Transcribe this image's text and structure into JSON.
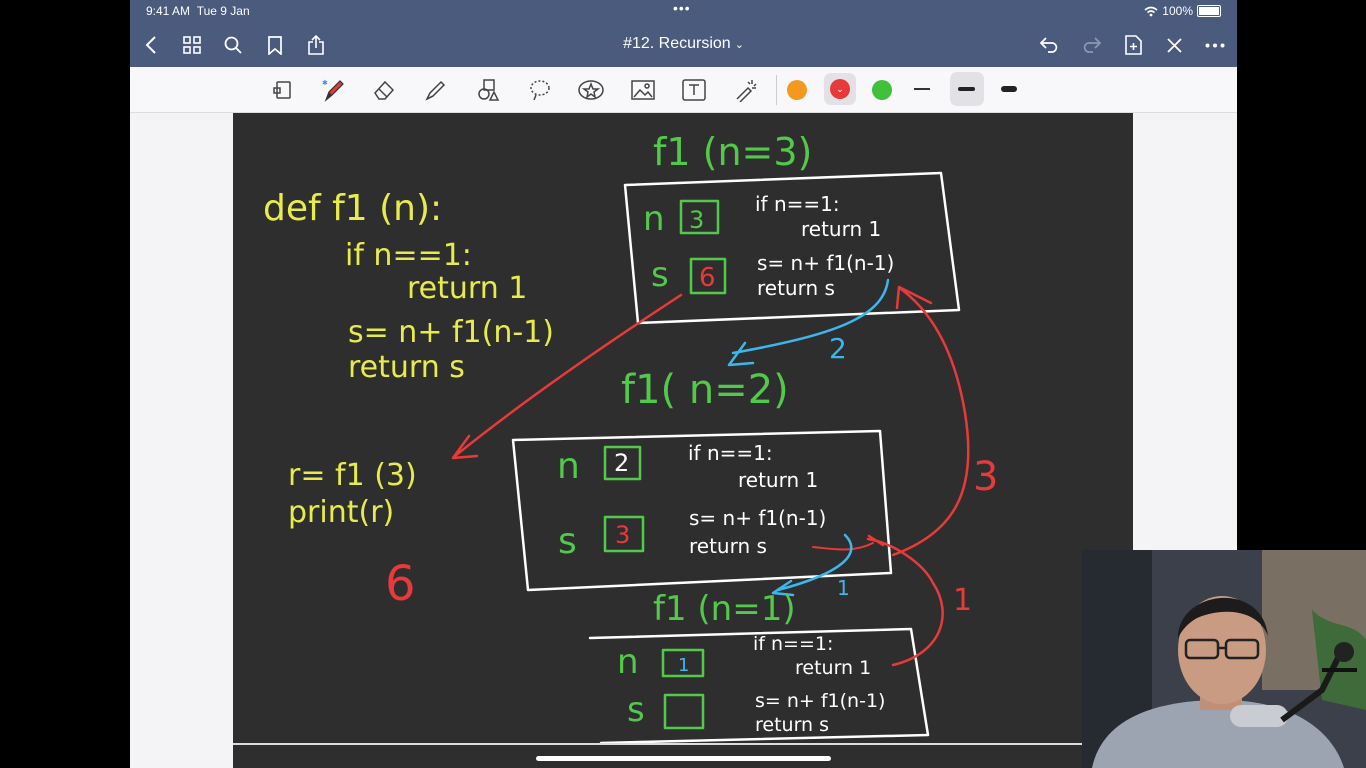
{
  "status": {
    "time": "9:41 AM",
    "date": "Tue 9 Jan",
    "battery": "100%"
  },
  "nav": {
    "title": "#12. Recursion"
  },
  "board": {
    "code": {
      "line1": "def f1 (n):",
      "line2": "if n==1:",
      "line3": "return 1",
      "line4": "s= n+ f1(n-1)",
      "line5": "return s"
    },
    "caller": {
      "line1": "r= f1 (3)",
      "line2": "print(r)",
      "result": "6"
    },
    "frame3": {
      "title": "f1 (n=3)",
      "n_label": "n",
      "n_value": "3",
      "s_label": "s",
      "s_value": "6",
      "if": "if n==1:",
      "ret1": "return 1",
      "assign": "s= n+ f1(n-1)",
      "rets": "return s"
    },
    "frame2": {
      "title": "f1( n=2)",
      "n_label": "n",
      "n_value": "2",
      "s_label": "s",
      "s_value": "3",
      "if": "if n==1:",
      "ret1": "return 1",
      "assign": "s= n+ f1(n-1)",
      "rets": "return s"
    },
    "frame1": {
      "title": "f1 (n=1)",
      "n_label": "n",
      "n_value": "1",
      "s_label": "s",
      "s_value": "",
      "if": "if n==1:",
      "ret1": "return 1",
      "assign": "s= n+ f1(n-1)",
      "rets": "return s"
    },
    "arrows": {
      "blue_a": "2",
      "blue_b": "1",
      "red_a": "3",
      "red_b": "1"
    }
  },
  "colors": {
    "chalk_yellow": "#e8ec4a",
    "chalk_green": "#52c94a",
    "chalk_red": "#e8393b",
    "chalk_blue": "#3ab8ee",
    "board": "#2f2e2f",
    "nav": "#4a5b7d"
  }
}
